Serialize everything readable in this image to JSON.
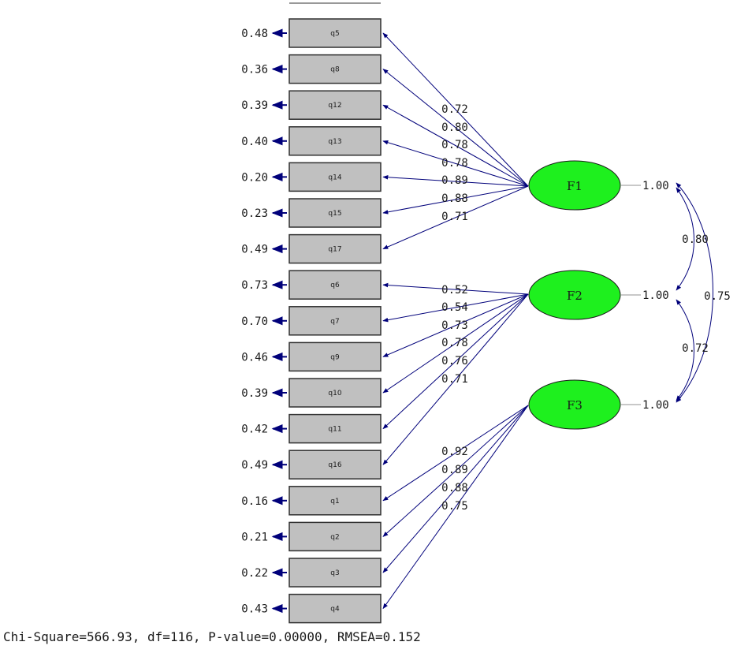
{
  "indicators": [
    {
      "name": "q5",
      "error": "0.48"
    },
    {
      "name": "q8",
      "error": "0.36"
    },
    {
      "name": "q12",
      "error": "0.39"
    },
    {
      "name": "q13",
      "error": "0.40"
    },
    {
      "name": "q14",
      "error": "0.20"
    },
    {
      "name": "q15",
      "error": "0.23"
    },
    {
      "name": "q17",
      "error": "0.49"
    },
    {
      "name": "q6",
      "error": "0.73"
    },
    {
      "name": "q7",
      "error": "0.70"
    },
    {
      "name": "q9",
      "error": "0.46"
    },
    {
      "name": "q10",
      "error": "0.39"
    },
    {
      "name": "q11",
      "error": "0.42"
    },
    {
      "name": "q16",
      "error": "0.49"
    },
    {
      "name": "q1",
      "error": "0.16"
    },
    {
      "name": "q2",
      "error": "0.21"
    },
    {
      "name": "q3",
      "error": "0.22"
    },
    {
      "name": "q4",
      "error": "0.43"
    }
  ],
  "factors": [
    {
      "name": "F1",
      "variance": "1.00",
      "loadings": [
        "0.72",
        "0.80",
        "0.78",
        "0.78",
        "0.89",
        "0.88",
        "0.71"
      ],
      "indicator_indices": [
        0,
        1,
        2,
        3,
        4,
        5,
        6
      ]
    },
    {
      "name": "F2",
      "variance": "1.00",
      "loadings": [
        "0.52",
        "0.54",
        "0.73",
        "0.78",
        "0.76",
        "0.71"
      ],
      "indicator_indices": [
        7,
        8,
        9,
        10,
        11,
        12
      ]
    },
    {
      "name": "F3",
      "variance": "1.00",
      "loadings": [
        "0.92",
        "0.89",
        "0.88",
        "0.75"
      ],
      "indicator_indices": [
        13,
        14,
        15,
        16
      ]
    }
  ],
  "covariances": [
    {
      "from": "F1",
      "to": "F2",
      "value": "0.80"
    },
    {
      "from": "F1",
      "to": "F3",
      "value": "0.75"
    },
    {
      "from": "F2",
      "to": "F3",
      "value": "0.72"
    }
  ],
  "fit_stats": "Chi-Square=566.93, df=116, P-value=0.00000, RMSEA=0.152",
  "colors": {
    "path": "#00007a",
    "factor_fill": "#1ef01e",
    "box_fill": "#c0c0c0"
  }
}
